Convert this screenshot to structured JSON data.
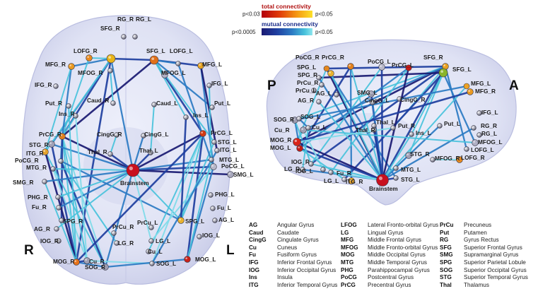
{
  "legend": {
    "total": {
      "title": "total connectivity",
      "left": "p<0.03",
      "right": "p<0.05",
      "colors": [
        "#b3000c",
        "#e03b0a",
        "#f59a14",
        "#fde12a"
      ]
    },
    "mutual": {
      "title": "mutual connectivity",
      "left": "p<0.0005",
      "right": "p<0.05",
      "colors": [
        "#1a1a72",
        "#1f3fa0",
        "#2c7bc4",
        "#49c3dc",
        "#8fe6ee"
      ]
    }
  },
  "side_labels": {
    "r": "R",
    "l": "L",
    "p": "P",
    "a": "A"
  },
  "axial_labels": {
    "sfg_r": "SFG_R",
    "rg_r": "RG_R",
    "rg_l": "RG_L",
    "lofg_r": "LOFG_R",
    "sfg_l": "SFG_L",
    "lofg_l": "LOFG_L",
    "mfg_r": "MFG_R",
    "mfg_l": "MFG_L",
    "mfog_r": "MFOG_R",
    "mfog_l": "MFOG_L",
    "ifg_r": "IFG_R",
    "ifg_l": "IFG_L",
    "caud_r": "Caud_R",
    "caud_l": "Caud_L",
    "put_r": "Put_R",
    "put_l": "Put_L",
    "ins_r": "Ins_R",
    "ins_l": "Ins_L",
    "cingg_r": "CingG_R",
    "cingg_l": "CingG_L",
    "prcg_r": "PrCG_R",
    "prcg_l": "PrCG_L",
    "stg_r": "STG_R",
    "stg_l": "STG_L",
    "itg_r": "ITG_R",
    "itg_l": "ITG_L",
    "pocg_r": "PoCG_R",
    "pocg_l": "PoCG_L",
    "mtg_r": "MTG_R",
    "mtg_l": "MTG_L",
    "thal_r": "Thal_R",
    "thal_l": "Thal_L",
    "brainstem": "Brainstem",
    "smg_r": "SMG_R",
    "smg_l": "SMG_L",
    "phg_r": "PHG_R",
    "phg_l": "PHG_L",
    "fu_r": "Fu_R",
    "fu_l": "Fu_L",
    "ag_r": "AG_R",
    "ag_l": "AG_L",
    "spg_r": "SPG_R",
    "spg_l": "SPG_L",
    "prcu_r": "PrCu_R",
    "prcu_l": "PrCu_L",
    "iog_r": "IOG_R",
    "iog_l": "IOG_L",
    "lg_r": "LG_R",
    "lg_l": "LG_L",
    "cu_r": "Cu_R",
    "cu_l": "Cu_L",
    "mog_r": "MOG_R",
    "mog_l": "MOG_L",
    "sog_r": "SOG_R",
    "sog_l": "SOG_L"
  },
  "sagittal_labels": {
    "pocg_r": "PoCG_R",
    "prcg_r": "PrCG_R",
    "pocg_l": "PoCG_L",
    "prcg_l": "PrCG_L",
    "sfg_r": "SFG_R",
    "sfg_l": "SFG_L",
    "spg_l": "SPG_L",
    "spg_r": "SPG_R",
    "prcu_r": "PrCu_R",
    "prcu_l": "PrCu_L",
    "ag_l": "AG_L",
    "ag_r": "AG_R",
    "smg_l": "SMG_L",
    "cingg_l": "CingG_L",
    "cingg_r": "CingG_R",
    "mfg_l": "MFG_L",
    "mfg_r": "MFG_R",
    "sog_r": "SOG_R",
    "sog_l": "SOG_L",
    "cu_r": "Cu_R",
    "cu_l": "Cu_L",
    "thal_l": "Thal_L",
    "thal_r": "Thal_R",
    "put_r": "Put_R",
    "ins_l": "Ins_L",
    "put_l": "Put_L",
    "ifg_l": "IFG_L",
    "rg_r": "RG_R",
    "rg_l": "RG_L",
    "mfog_l": "MFOG_L",
    "mog_r": "MOG_R",
    "mog_l": "MOG_L",
    "stg_r": "STG_R",
    "lofg_l": "LOFG_L",
    "mfog_r": "MFOG_R",
    "lofg_r": "LOFG_R",
    "iog_r": "IOG_R",
    "lg_r": "LG_R",
    "iog_l": "IOG_L",
    "fu_r": "Fu_R",
    "mtg_l": "MTG_L",
    "lg_l": "LG_L",
    "itg_r": "ITG_R",
    "stg_l": "STG_L",
    "brainstem": "Brainstem"
  },
  "abbreviations": [
    [
      [
        "AG",
        "Angular Gyrus"
      ],
      [
        "Caud",
        "Caudate"
      ],
      [
        "CingG",
        "Cingulate Gyrus"
      ],
      [
        "Cu",
        "Cuneus"
      ],
      [
        "Fu",
        "Fusiform Gyrus"
      ],
      [
        "IFG",
        "Inferior Frontal Gyrus"
      ],
      [
        "IOG",
        "Inferior Occipital Gyrus"
      ],
      [
        "Ins",
        "Insula"
      ],
      [
        "ITG",
        "Inferior Temporal Gyrus"
      ]
    ],
    [
      [
        "LFOG",
        "Lateral Fronto-orbital Gyrus"
      ],
      [
        "LG",
        "Lingual Gyrus"
      ],
      [
        "MFG",
        "Middle Frontal Gyrus"
      ],
      [
        "MFOG",
        "Middle Fronto-orbital Gyrus"
      ],
      [
        "MOG",
        "Middle Occipital Gyrus"
      ],
      [
        "MTG",
        "Middle Temporal Gyrus"
      ],
      [
        "PHG",
        "Parahippocampal Gyrus"
      ],
      [
        "PoCG",
        "Postcentral Gyrus"
      ],
      [
        "PrCG",
        "Precentral Gyrus"
      ]
    ],
    [
      [
        "PrCu",
        "Precuneus"
      ],
      [
        "Put",
        "Putamen"
      ],
      [
        "RG",
        "Gyrus Rectus"
      ],
      [
        "SFG",
        "Superior Frontal Gyrus"
      ],
      [
        "SMG",
        "Supramarginal Gyrus"
      ],
      [
        "SPG",
        "Superior Parietal Lobule"
      ],
      [
        "SOG",
        "Superior Occipital Gyrus"
      ],
      [
        "STG",
        "Superior Temporal Gyrus"
      ],
      [
        "Thal",
        "Thalamus"
      ]
    ]
  ]
}
